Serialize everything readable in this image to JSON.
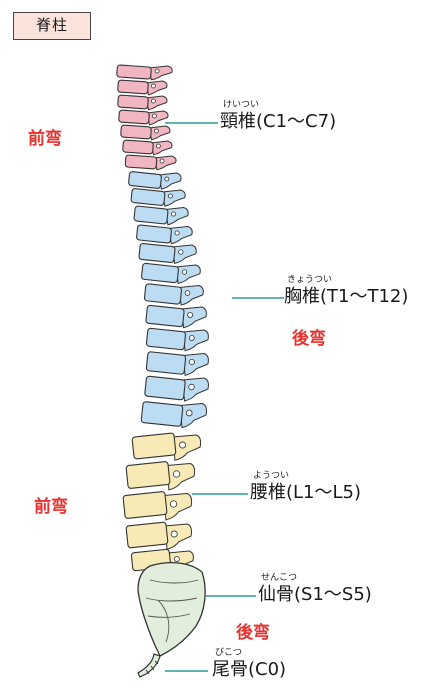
{
  "title": "脊柱",
  "colors": {
    "cervical": "#f1b6c1",
    "thoracic": "#bcdcf3",
    "lumbar": "#f8eab6",
    "sacrum": "#e1eedb",
    "leader_line": "#2a9a9a",
    "curve_text": "#e8322e",
    "outline": "#333333"
  },
  "labels": {
    "cervical": {
      "ruby": "けいつい",
      "name": "頸椎(C1〜C7)"
    },
    "thoracic": {
      "ruby": "きょうつい",
      "name": "胸椎(T1〜T12)"
    },
    "lumbar": {
      "ruby": "ようつい",
      "name": "腰椎(L1〜L5)"
    },
    "sacrum": {
      "ruby": "せんこつ",
      "name": "仙骨(S1〜S5)"
    },
    "coccyx": {
      "ruby": "びこつ",
      "name": "尾骨(C0)"
    }
  },
  "curves": {
    "cervical": "前弯",
    "thoracic": "後弯",
    "lumbar": "前弯",
    "sacral": "後弯"
  }
}
